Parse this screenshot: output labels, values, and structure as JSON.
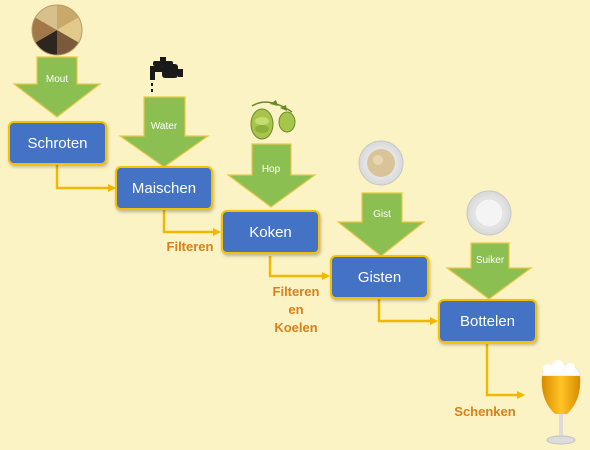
{
  "steps": {
    "schroten": "Schroten",
    "maischen": "Maischen",
    "koken": "Koken",
    "gisten": "Gisten",
    "bottelen": "Bottelen"
  },
  "inputs": {
    "mout": "Mout",
    "water": "Water",
    "hop": "Hop",
    "gist": "Gist",
    "suiker": "Suiker"
  },
  "processes": {
    "filteren": "Filteren",
    "filteren_koelen_1": "Filteren",
    "filteren_koelen_2": "en",
    "filteren_koelen_3": "Koelen",
    "schenken": "Schenken"
  },
  "colors": {
    "background": "#fbf3c4",
    "box": "#4472c4",
    "box_border": "#f5c000",
    "input_arrow": "#8cbf52",
    "flow_arrow": "#f2b800",
    "process_text": "#d8801a"
  },
  "icons": [
    "malt-grains-icon",
    "water-tap-icon",
    "hops-icon",
    "yeast-bowl-icon",
    "sugar-bowl-icon",
    "beer-glass-icon"
  ]
}
